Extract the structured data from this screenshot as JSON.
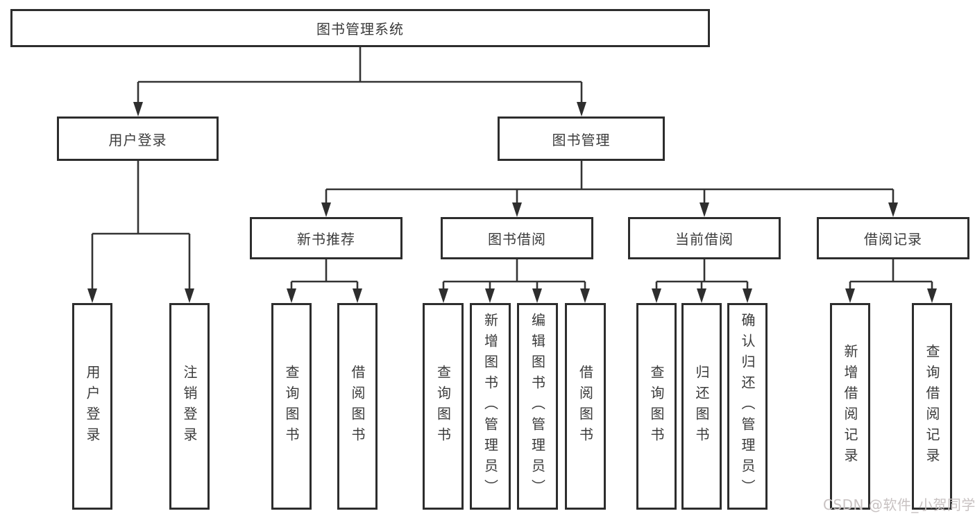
{
  "nodes": {
    "root": "图书管理系统",
    "level2": {
      "user_login": "用户登录",
      "book_mgmt": "图书管理"
    },
    "level3": {
      "recommend": "新书推荐",
      "borrow": "图书借阅",
      "current": "当前借阅",
      "record": "借阅记录"
    },
    "login_children": [
      "用户登录",
      "注销登录"
    ],
    "recommend_children": [
      "查询图书",
      "借阅图书"
    ],
    "borrow_children": [
      "查询图书",
      "新增图书（管理员）",
      "编辑图书（管理员）",
      "借阅图书"
    ],
    "current_children": [
      "查询图书",
      "归还图书",
      "确认归还（管理员）"
    ],
    "record_children": [
      "新增借阅记录",
      "查询借阅记录"
    ]
  },
  "watermark": "CSDN @软件_小贺同学",
  "colors": {
    "line": "#333333",
    "arrow": "#2e2e2e",
    "box_border": "#2d2d2d",
    "text": "#3b3b3b",
    "background": "#ffffff",
    "watermark": "#c8c2c2"
  }
}
